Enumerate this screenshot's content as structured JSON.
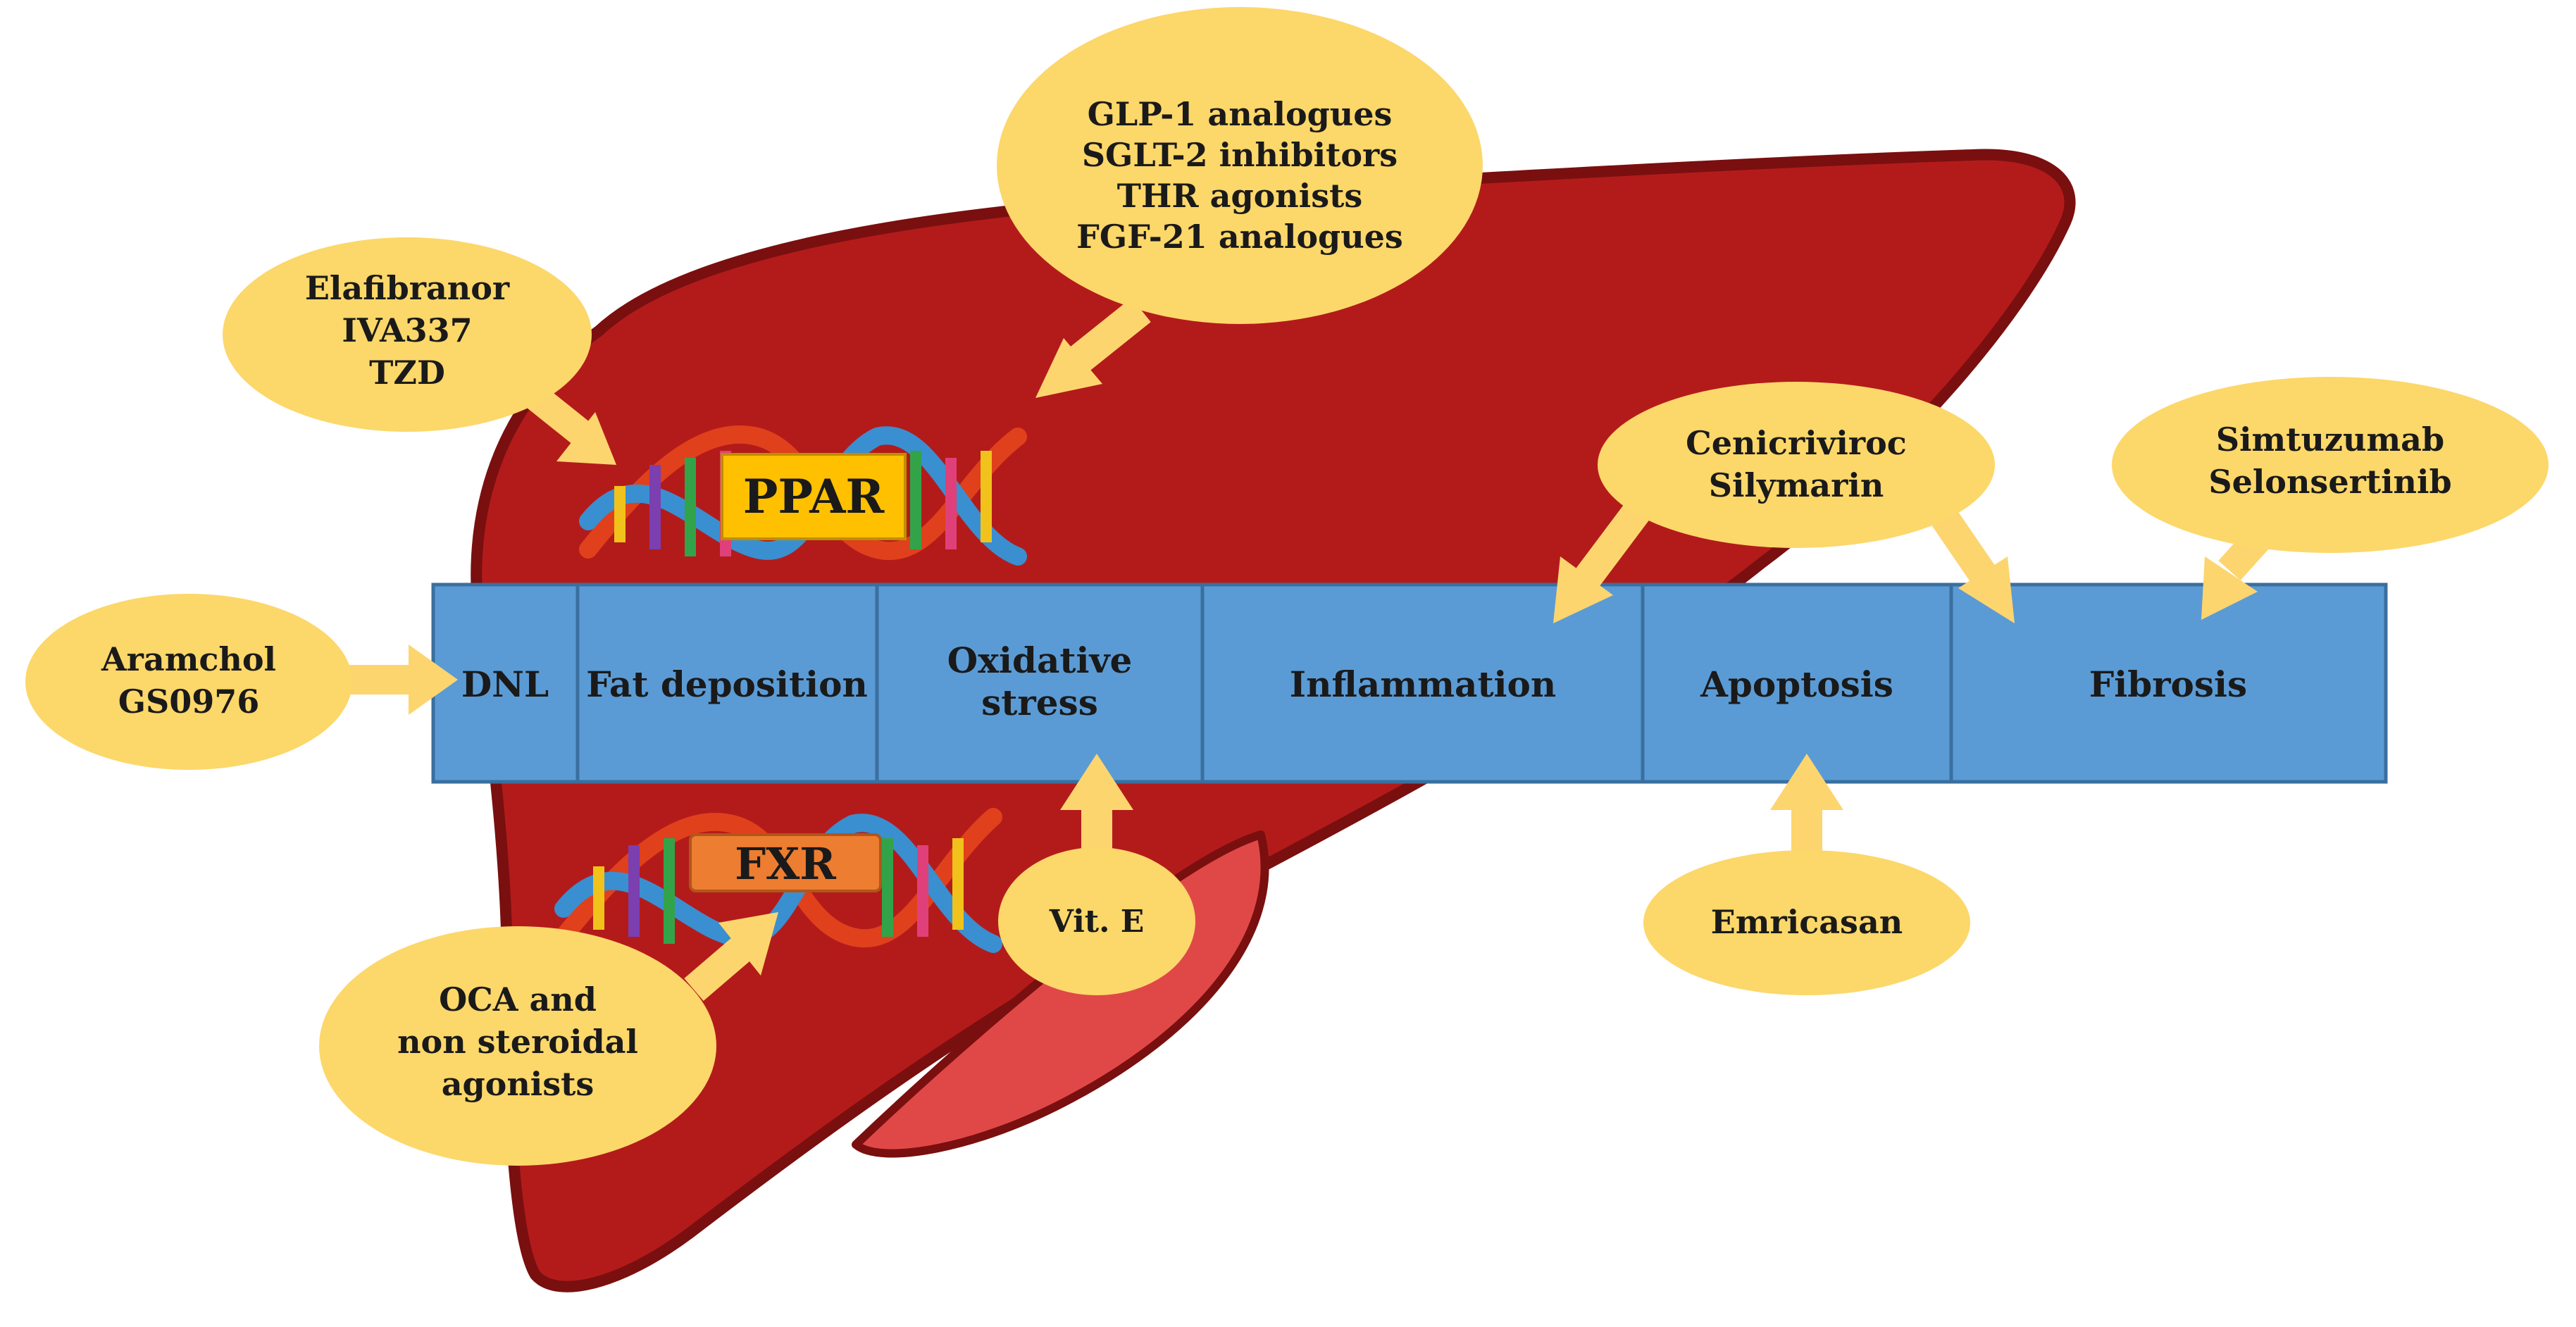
{
  "colors": {
    "liver_fill": "#b31b1b",
    "liver_outline": "#7a0f0f",
    "lobe_fill": "#e04848",
    "bubble_fill": "#fcd76a",
    "arrow_fill": "#fdd56e",
    "bar_fill": "#5b9bd5",
    "bar_outline": "#3a6f9e",
    "ppar_box": "#ffc000",
    "fxr_box": "#ed7d31"
  },
  "stages": [
    {
      "id": "dnl",
      "label": "DNL"
    },
    {
      "id": "fat",
      "label": "Fat deposition"
    },
    {
      "id": "oxidative",
      "label": "Oxidative stress"
    },
    {
      "id": "inflammation",
      "label": "Inflammation"
    },
    {
      "id": "apoptosis",
      "label": "Apoptosis"
    },
    {
      "id": "fibrosis",
      "label": "Fibrosis"
    }
  ],
  "receptors": {
    "ppar": "PPAR",
    "fxr": "FXR"
  },
  "drugs": {
    "metabolic": [
      "GLP-1 analogues",
      "SGLT-2 inhibitors",
      "THR agonists",
      "FGF-21 analogues"
    ],
    "ppar_agonists": [
      "Elafibranor",
      "IVA337",
      "TZD"
    ],
    "dnl_inhibitors": [
      "Aramchol",
      "GS0976"
    ],
    "fxr_agonists": [
      "OCA and",
      "non steroidal",
      "agonists"
    ],
    "antioxidant": [
      "Vit. E"
    ],
    "anti_inflammatory": [
      "Cenicriviroc",
      "Silymarin"
    ],
    "anti_apoptotic": [
      "Emricasan"
    ],
    "anti_fibrotic": [
      "Simtuzumab",
      "Selonsertinib"
    ]
  }
}
